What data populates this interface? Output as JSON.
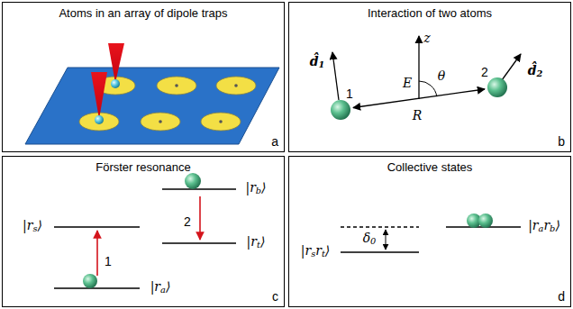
{
  "diagram": {
    "nodes": [
      {
        "text": [
          "Atoms in an array of dipole traps",
          "a"
        ]
      },
      {
        "text": [
          "Interaction of two atoms",
          "b"
        ]
      },
      {
        "text": [
          "Förster resonance",
          "c"
        ]
      },
      {
        "text": [
          "Collective states",
          "d"
        ]
      }
    ],
    "labels": [
      "d̂1",
      "1",
      "z",
      "E",
      "θ",
      "2",
      "d̂2",
      "R",
      "|rs⟩",
      "|ra⟩",
      "1",
      "|rb⟩",
      "2",
      "|rt⟩",
      "|rsrt⟩",
      "δ0",
      "|rarb⟩"
    ]
  }
}
